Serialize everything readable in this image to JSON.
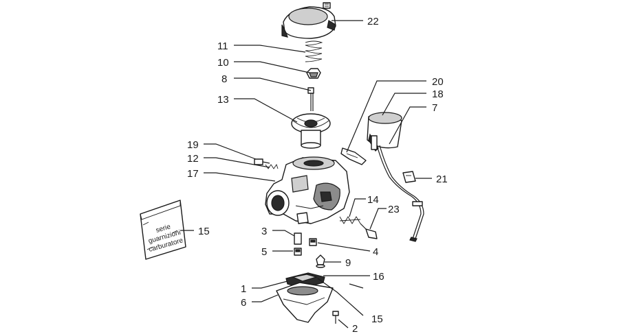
{
  "labels": {
    "l22": "22",
    "l11": "11",
    "l10": "10",
    "l8": "8",
    "l13": "13",
    "l20": "20",
    "l18": "18",
    "l7": "7",
    "l19": "19",
    "l12": "12",
    "l17": "17",
    "l21": "21",
    "l15a": "15",
    "l14": "14",
    "l23": "23",
    "l3": "3",
    "l4": "4",
    "l5": "5",
    "l9": "9",
    "l16": "16",
    "l1": "1",
    "l6": "6",
    "l15b": "15",
    "l2": "2"
  },
  "gasket_bag": {
    "line1": "serie",
    "line2": "guarnizioni",
    "line3": "carburatore"
  }
}
